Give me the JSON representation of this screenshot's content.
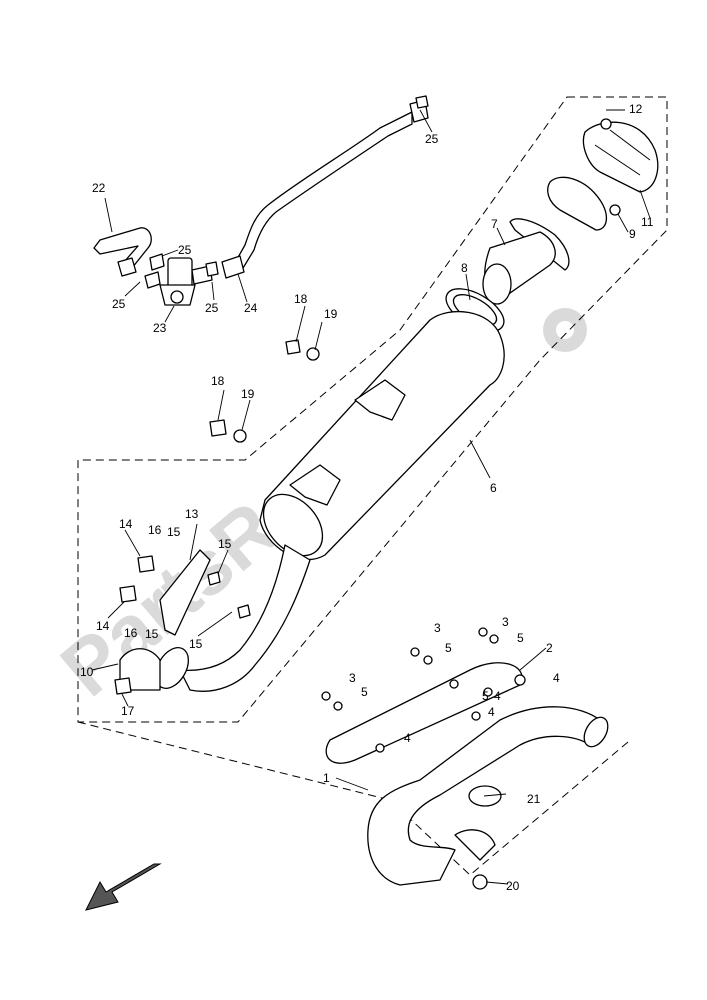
{
  "watermark": "PartsRepublik",
  "callouts": [
    "1",
    "2",
    "3",
    "3",
    "3",
    "4",
    "4",
    "4",
    "4",
    "5",
    "5",
    "5",
    "5",
    "6",
    "7",
    "8",
    "9",
    "10",
    "11",
    "12",
    "13",
    "14",
    "14",
    "15",
    "15",
    "15",
    "15",
    "16",
    "16",
    "17",
    "18",
    "18",
    "19",
    "19",
    "20",
    "21",
    "22",
    "23",
    "24",
    "25",
    "25",
    "25",
    "25"
  ]
}
